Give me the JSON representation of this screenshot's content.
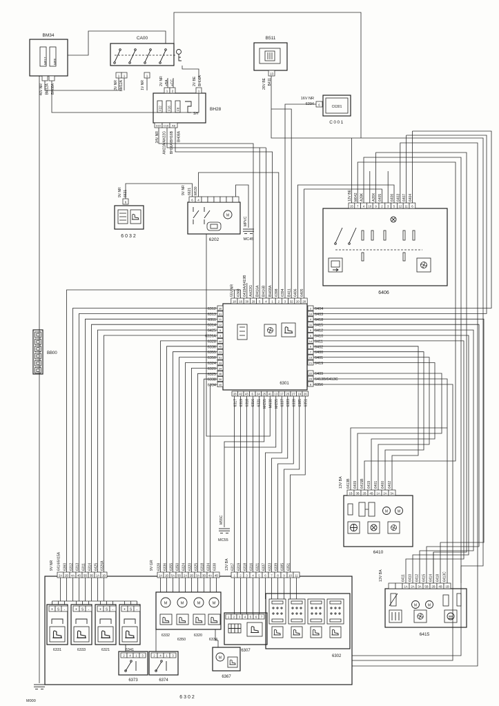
{
  "d": {
    "bm34": {
      "title": "BM34",
      "relays": [
        "MF17",
        "MF8"
      ],
      "below": [
        "46V NR",
        "BM12A",
        "BH08A"
      ]
    },
    "ca00": {
      "title": "CA00",
      "pins_a": [
        "1",
        "1"
      ],
      "pins_b": [
        "1"
      ],
      "below_a": [
        "3V NR",
        "BM12A"
      ],
      "below_b": [
        "1V NR"
      ]
    },
    "bh28": {
      "title": "BH28",
      "fuses": [
        "F22",
        "F16",
        "F8"
      ],
      "shunt": "SH",
      "top_labels": [
        "2V NR",
        "+BA",
        "+CC"
      ],
      "top_pins": [
        "1",
        "2"
      ],
      "right_labels": [
        "2V BE",
        "BH08A"
      ],
      "right_pin": [
        "1"
      ],
      "bottom_pins": [
        "D22",
        "C16",
        "A8"
      ],
      "below": [
        "34V NR",
        "AH22A/AH22G",
        "BH16A/BH16B",
        "BH08A"
      ]
    },
    "b511": {
      "title": "B511",
      "pin": [
        "13"
      ],
      "labels": [
        "26V BE",
        "B411"
      ]
    },
    "c001": {
      "box": "C6301",
      "title": "C001",
      "pin": [
        "6"
      ],
      "l1": "16V NR",
      "l2": "6394"
    },
    "u6032": {
      "title": "6032",
      "pin": [
        "6"
      ],
      "labels": [
        "9V NR",
        "6621"
      ]
    },
    "u6202": {
      "title": "6202",
      "pins": [
        "6",
        "4",
        "",
        "",
        "",
        "",
        "",
        ""
      ],
      "labels": [
        "9V NR",
        "6621",
        "M630"
      ],
      "gnd_wire": "MPVC",
      "gnd": "MC45"
    },
    "u6406": {
      "title": "6406",
      "pins": [
        "15",
        "7",
        "4",
        "10",
        "9",
        "2",
        "3",
        "5",
        "12",
        "11",
        "6"
      ],
      "labels": [
        "12V BE",
        "M642",
        "A28K",
        "",
        "A28X",
        "6405",
        "",
        "6406",
        "6403",
        "6407",
        "6404"
      ]
    },
    "u6301": {
      "title": "6301",
      "top_pins": [
        "18",
        "16",
        "30",
        "29",
        "5",
        "4",
        "1",
        "2",
        "3",
        "32",
        "20",
        "28"
      ],
      "top_labels": [
        "55V NR",
        "6360",
        "6419A/6419B",
        "AH22G",
        "BH16A",
        "BH16B",
        "BH08A",
        "6398",
        "6394",
        "B411",
        "6406",
        "6405"
      ],
      "left_pins": [
        "30",
        "31",
        "11",
        "12",
        "5",
        "3",
        "44",
        "45",
        "23",
        "51",
        "33",
        "34",
        "46",
        "39",
        "40"
      ],
      "left_labels": [
        "6312",
        "6313",
        "6311",
        "6314",
        "6425",
        "6326A",
        "6328",
        "6336",
        "6355",
        "6350",
        "6324",
        "6320",
        "6325",
        "6338",
        "6334"
      ],
      "right_pins_a": [
        "2",
        "10",
        "4",
        "11",
        "9",
        "5",
        "14",
        "6",
        "7",
        "15",
        "21"
      ],
      "right_labels_a": [
        "6404",
        "6403",
        "6418",
        "6415",
        "6412",
        "6410",
        "6411",
        "6402",
        "6400",
        "6401",
        "6419"
      ],
      "right_pins_b": [
        "22",
        "23",
        "8"
      ],
      "right_labels_b": [
        "6409",
        "6413B/6413C",
        "6356"
      ],
      "bottom_pins": [
        "28",
        "42",
        "43",
        "6",
        "24",
        "25",
        "41",
        "13",
        "17",
        "25",
        "27",
        "19",
        "26"
      ],
      "bottom_labels": [
        "6317",
        "6319",
        "6318",
        "6316",
        "6321",
        "MC55",
        "M630",
        "MC55",
        "6337",
        "6323",
        "6339",
        "6385",
        "6351"
      ]
    },
    "bb00": "BB00",
    "m000": "M000",
    "mc55": {
      "wire": "M55C",
      "gnd": "MC55"
    },
    "u6410": {
      "title": "6410",
      "side": "13V BA",
      "pins": [
        "1B",
        "3B",
        "2B",
        "4B",
        "1A",
        "2A",
        "3A"
      ],
      "labels": [
        "6413B",
        "6409",
        "6415B",
        "6419",
        "6401",
        "6400",
        "6402"
      ]
    },
    "u6415": {
      "title": "6415",
      "side": "13V BA",
      "pins": [
        "",
        "",
        "1A",
        "2A",
        "3A",
        "5B",
        "2B",
        "4B",
        "1B"
      ],
      "labels": [
        "6411",
        "6410",
        "6412",
        "6415",
        "6414",
        "6418",
        "6413C"
      ]
    },
    "box6302": {
      "title": "6302"
    },
    "seat_cluster": {
      "side": "9V NR",
      "pins": [
        "2A",
        "2B",
        "4A",
        "4B",
        "5B",
        "3B",
        "1A",
        "1B"
      ],
      "labels": [
        "6414/6415A",
        "6360",
        "6312",
        "6313",
        "6311",
        "6314",
        "6425",
        "6326A"
      ]
    },
    "seats": {
      "labels": [
        "6331",
        "6333",
        "6321",
        "6341"
      ],
      "terminals": [
        "+",
        "S",
        "-"
      ]
    },
    "motor_cluster": {
      "side": "9V GR",
      "pins": [
        "1A",
        "1B",
        "5A",
        "5B",
        "2A",
        "2B",
        "3A",
        "3B",
        "4A",
        "4B"
      ],
      "labels": [
        "6328",
        "6336",
        "6355",
        "6350",
        "6324",
        "6320",
        "6325",
        "6318",
        "6334",
        "6338"
      ]
    },
    "motors": {
      "labels": [
        "6332",
        "6350",
        "6320",
        "6334"
      ],
      "m": "M"
    },
    "right_cluster": {
      "side": "13V BA",
      "pins": [
        "1",
        "2",
        "3",
        "4",
        "5",
        "6",
        "7",
        "8",
        "9",
        "10",
        "11"
      ],
      "labels": [
        "6317",
        "6319",
        "6318",
        "6316",
        "6321",
        "6337",
        "6323",
        "6339",
        "6385",
        "6351"
      ]
    },
    "u6307": {
      "title": "6307",
      "pins": [
        "1",
        "2",
        "3",
        "4",
        "5",
        "6",
        "7"
      ]
    },
    "u6367": {
      "title": "6367"
    },
    "u6373": {
      "title": "6373",
      "pins": [
        "2",
        "4",
        "1",
        "3"
      ]
    },
    "u6374": {
      "title": "6374",
      "pins": [
        "2",
        "4",
        "1",
        "3"
      ]
    },
    "inner6302": {
      "title": "6302"
    }
  }
}
